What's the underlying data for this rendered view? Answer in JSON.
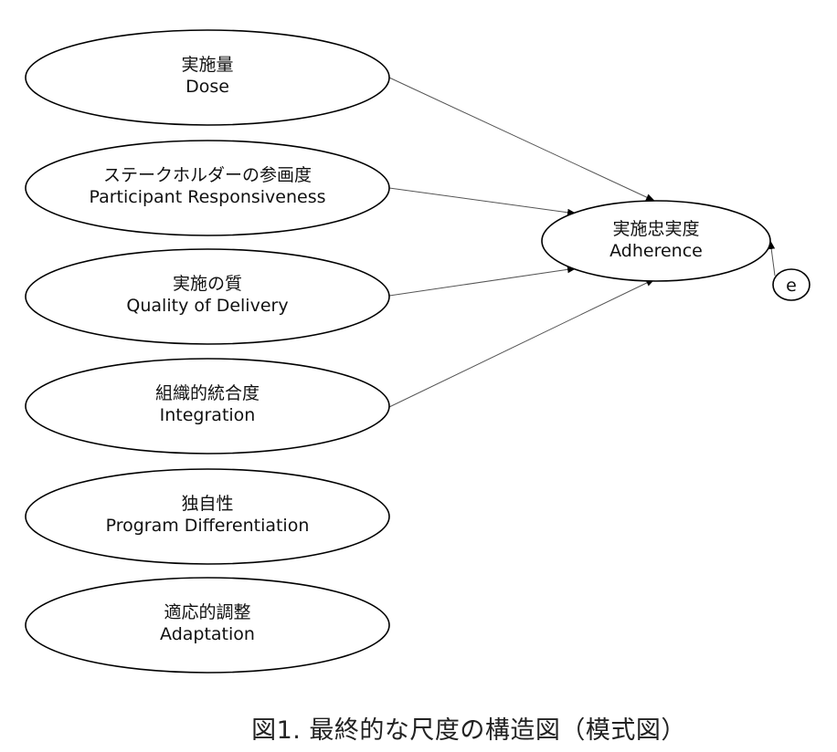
{
  "diagram": {
    "sources": [
      {
        "id": "dose",
        "label_ja": "実施量",
        "label_en": "Dose"
      },
      {
        "id": "participant-responsiveness",
        "label_ja": "ステークホルダーの参画度",
        "label_en": "Participant Responsiveness"
      },
      {
        "id": "quality-of-delivery",
        "label_ja": "実施の質",
        "label_en": "Quality of Delivery"
      },
      {
        "id": "integration",
        "label_ja": "組織的統合度",
        "label_en": "Integration"
      },
      {
        "id": "program-differentiation",
        "label_ja": "独自性",
        "label_en": "Program Differentiation"
      },
      {
        "id": "adaptation",
        "label_ja": "適応的調整",
        "label_en": "Adaptation"
      }
    ],
    "target": {
      "id": "adherence",
      "label_ja": "実施忠実度",
      "label_en": "Adherence"
    },
    "error": {
      "id": "e",
      "label": "e"
    },
    "edges": [
      {
        "from": "dose",
        "to": "adherence"
      },
      {
        "from": "participant-responsiveness",
        "to": "adherence"
      },
      {
        "from": "quality-of-delivery",
        "to": "adherence"
      },
      {
        "from": "integration",
        "to": "adherence"
      },
      {
        "from": "e",
        "to": "adherence"
      }
    ],
    "colors": {
      "stroke": "#000000",
      "edge": "#555555"
    }
  },
  "caption": "図1. 最終的な尺度の構造図（模式図）"
}
